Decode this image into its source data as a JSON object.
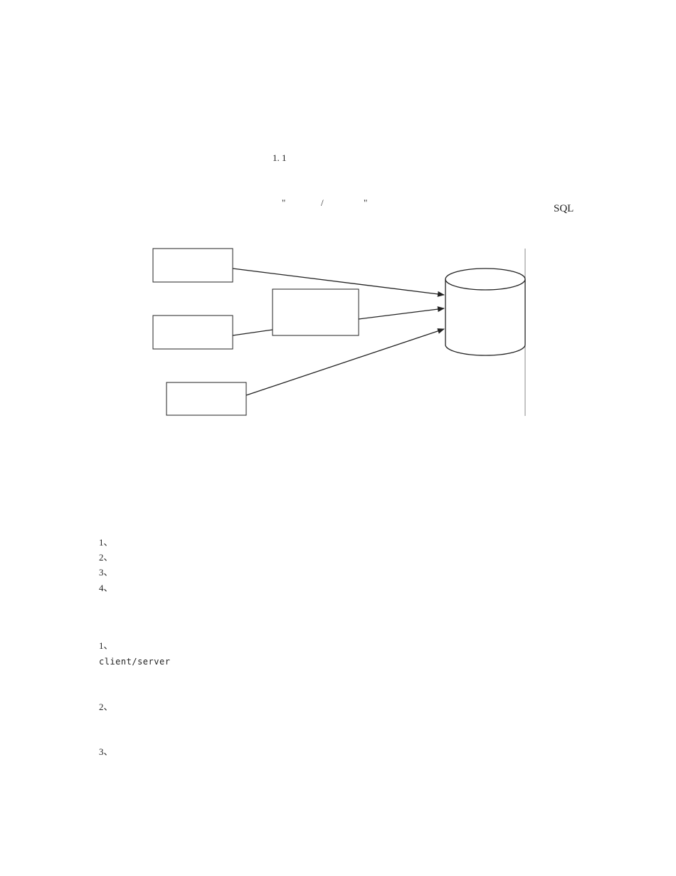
{
  "title": "",
  "section": {
    "number": "1. 1",
    "heading": ""
  },
  "intro": {
    "line1_a": "",
    "line1_quote_a": "\"",
    "line1_slash": "/",
    "line1_quote_b": "\"",
    "line1_b": "",
    "line2": "",
    "line2_sql": "SQL",
    "line3": ""
  },
  "diagram": {
    "client1": "",
    "client2": "",
    "client3": "",
    "middle_line1": "",
    "middle_line2": "",
    "server": ""
  },
  "para2": {
    "line1": "",
    "line2_a": "",
    "line2_b": "",
    "line2_c": "",
    "line3_a": "",
    "line3_b": ""
  },
  "list": [
    {
      "n": "1、",
      "text": ""
    },
    {
      "n": "2、",
      "text": ""
    },
    {
      "n": "3、",
      "text": ""
    },
    {
      "n": "4、",
      "text": ""
    }
  ],
  "para3": {
    "line1": "",
    "line2": ""
  },
  "item1": {
    "n": "1、",
    "title": "",
    "line1_prefix": "client/server",
    "line1_rest": "",
    "line2": "",
    "line2_tail": "",
    "line3": ""
  },
  "item2": {
    "n": "2、",
    "title": "",
    "line1": "",
    "line2": ""
  },
  "item3": {
    "n": "3、",
    "title": "",
    "line1_a": "",
    "line1_b": "",
    "line2": ""
  }
}
